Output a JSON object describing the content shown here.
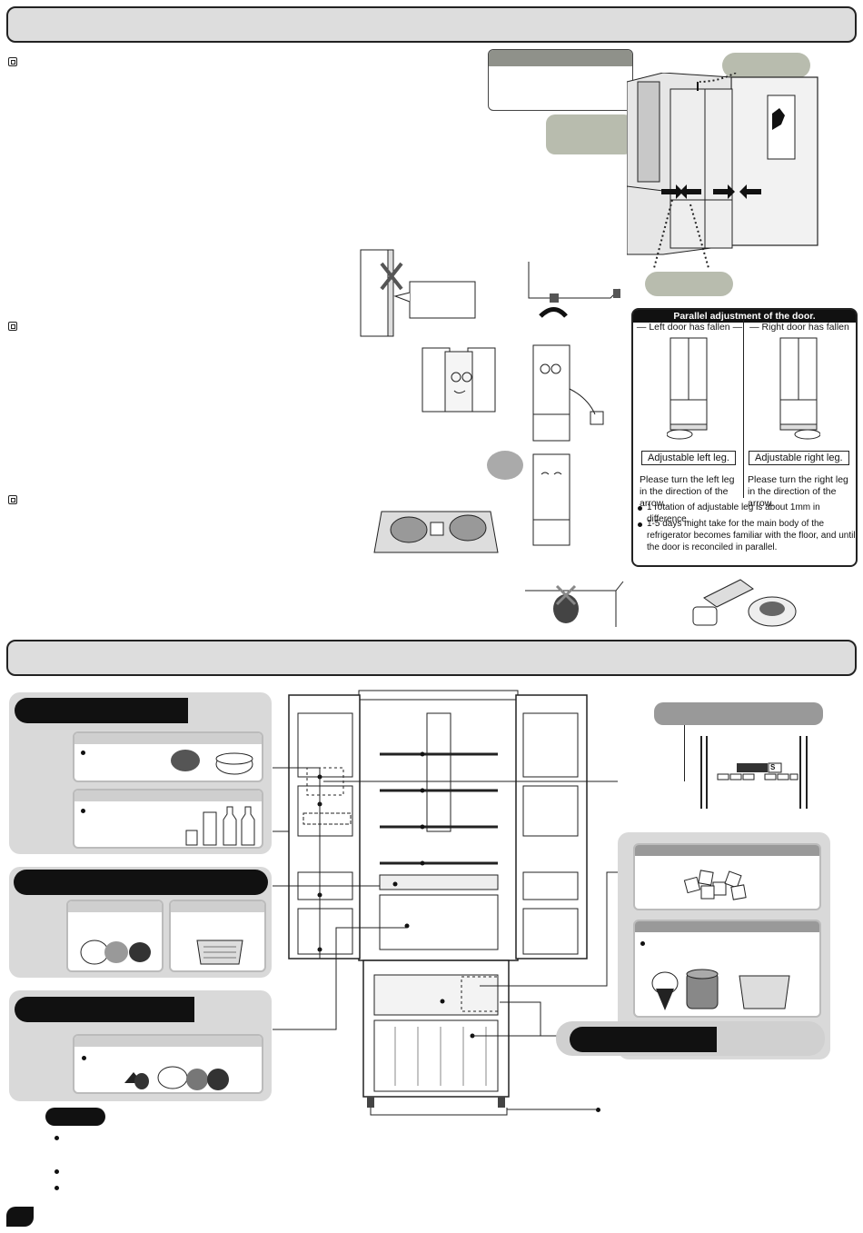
{
  "parallel": {
    "title": "Parallel adjustment of the door.",
    "left_heading": "— Left door has fallen —",
    "right_heading": "— Right door has fallen —",
    "left_leg_label": "Adjustable left leg.",
    "right_leg_label": "Adjustable right leg.",
    "left_instruction": "Please turn the left leg in the direction of the arrow.",
    "right_instruction": "Please turn the right leg in the direction of the arrow.",
    "note_1": "1 rotation of adjustable leg is about 1mm in difference.",
    "note_2": "1-5 days might take for the main body of the refrigerator becomes familiar with the floor, and until the door is reconciled in parallel."
  },
  "fridge_panel": {
    "display_text": "S"
  },
  "icons": [
    "checkbox-icon",
    "refrigerator-icon",
    "bullet-icon"
  ]
}
